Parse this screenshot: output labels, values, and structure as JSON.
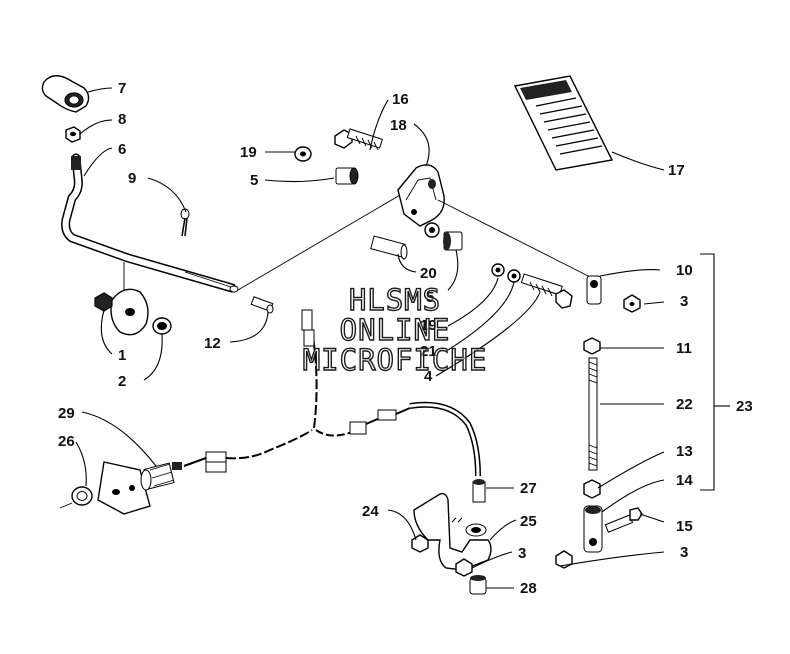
{
  "diagram": {
    "labels": [
      {
        "id": "7",
        "text": "7"
      },
      {
        "id": "8",
        "text": "8"
      },
      {
        "id": "6",
        "text": "6"
      },
      {
        "id": "9",
        "text": "9"
      },
      {
        "id": "1",
        "text": "1"
      },
      {
        "id": "2",
        "text": "2"
      },
      {
        "id": "12",
        "text": "12"
      },
      {
        "id": "16",
        "text": "16"
      },
      {
        "id": "18",
        "text": "18"
      },
      {
        "id": "19a",
        "text": "19"
      },
      {
        "id": "5a",
        "text": "5"
      },
      {
        "id": "17",
        "text": "17"
      },
      {
        "id": "20",
        "text": "20"
      },
      {
        "id": "5b",
        "text": "5"
      },
      {
        "id": "19b",
        "text": "19"
      },
      {
        "id": "21",
        "text": "21"
      },
      {
        "id": "4",
        "text": "4"
      },
      {
        "id": "10",
        "text": "10"
      },
      {
        "id": "3a",
        "text": "3"
      },
      {
        "id": "11",
        "text": "11"
      },
      {
        "id": "22",
        "text": "22"
      },
      {
        "id": "23",
        "text": "23"
      },
      {
        "id": "13",
        "text": "13"
      },
      {
        "id": "14",
        "text": "14"
      },
      {
        "id": "15",
        "text": "15"
      },
      {
        "id": "3b",
        "text": "3"
      },
      {
        "id": "29",
        "text": "29"
      },
      {
        "id": "26",
        "text": "26"
      },
      {
        "id": "27",
        "text": "27"
      },
      {
        "id": "24",
        "text": "24"
      },
      {
        "id": "25",
        "text": "25"
      },
      {
        "id": "3c",
        "text": "3"
      },
      {
        "id": "28",
        "text": "28"
      }
    ],
    "watermark": {
      "line1": "HLSMS",
      "line2": "ONLINE",
      "line3": "MICROFICHE"
    }
  }
}
